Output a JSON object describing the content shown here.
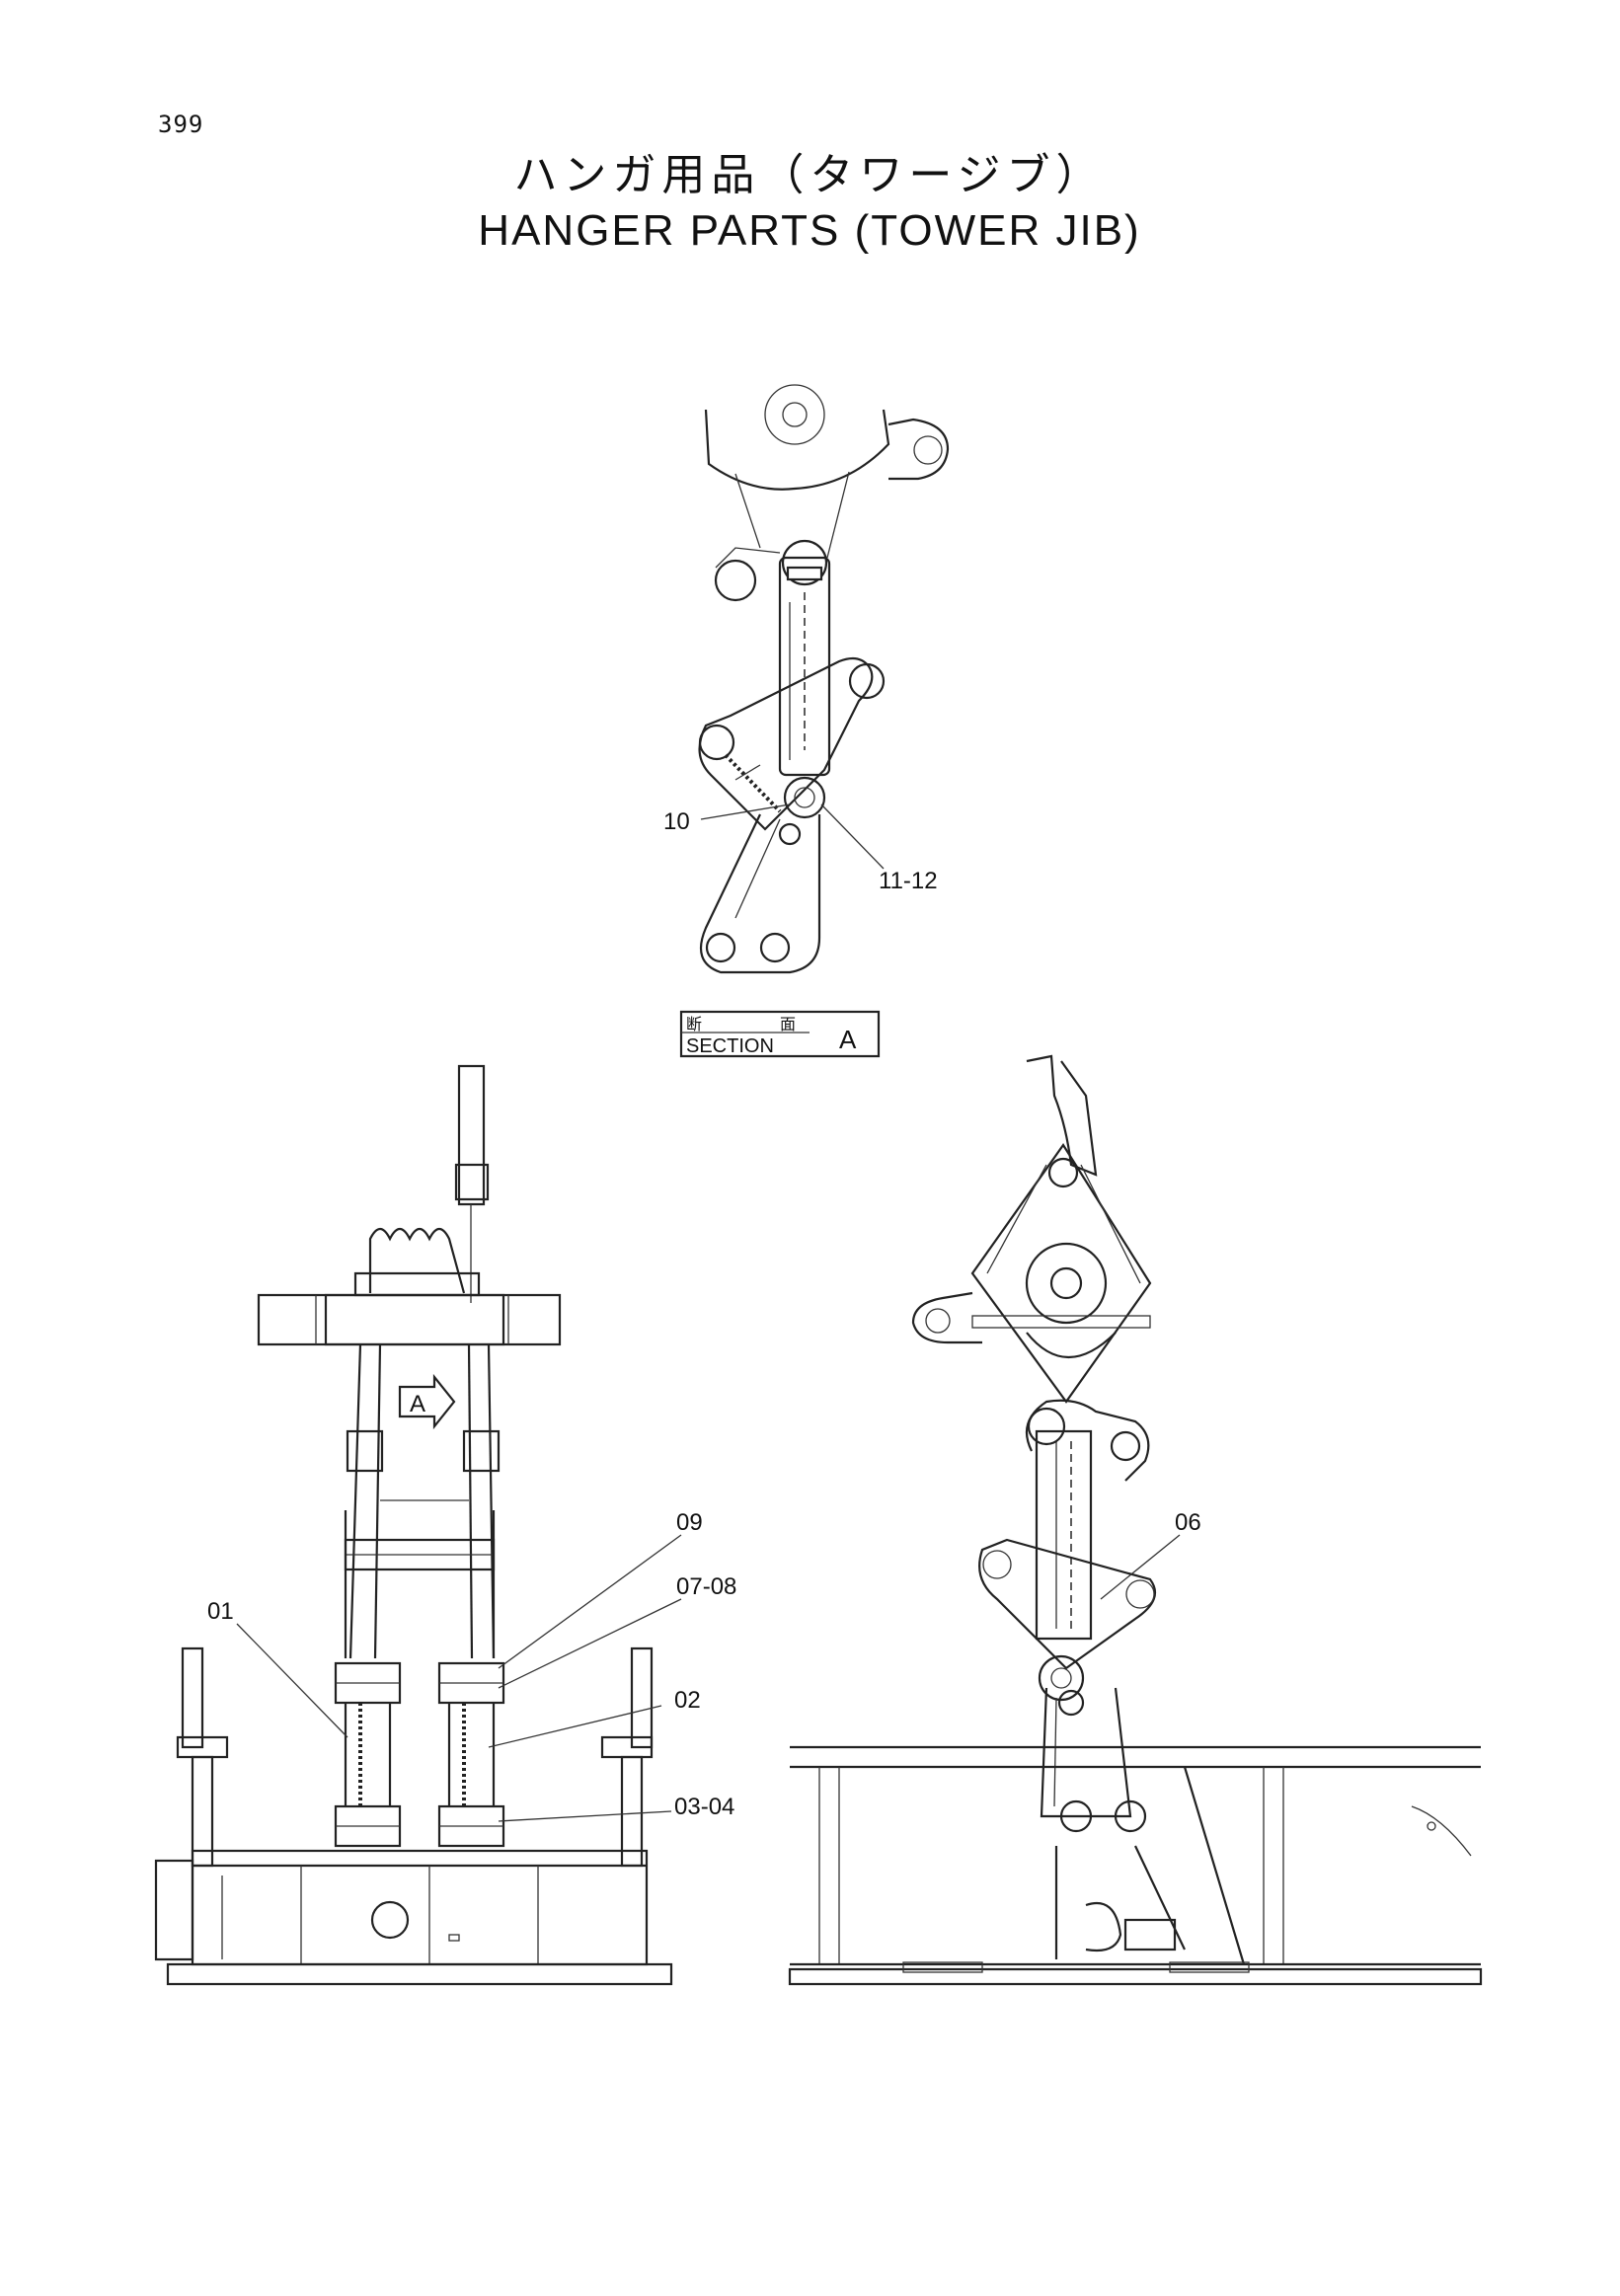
{
  "page": {
    "number": "399"
  },
  "title": {
    "japanese": "ハンガ用品（タワージブ）",
    "english": "HANGER PARTS (TOWER JIB)"
  },
  "section_label": {
    "kanji_left": "断",
    "kanji_right": "面",
    "text": "SECTION",
    "letter": "A"
  },
  "view_arrow": {
    "letter": "A"
  },
  "callouts": {
    "c10": "10",
    "c11_12": "11-12",
    "c01": "01",
    "c09": "09",
    "c07_08": "07-08",
    "c02": "02",
    "c03_04": "03-04",
    "c06": "06"
  }
}
